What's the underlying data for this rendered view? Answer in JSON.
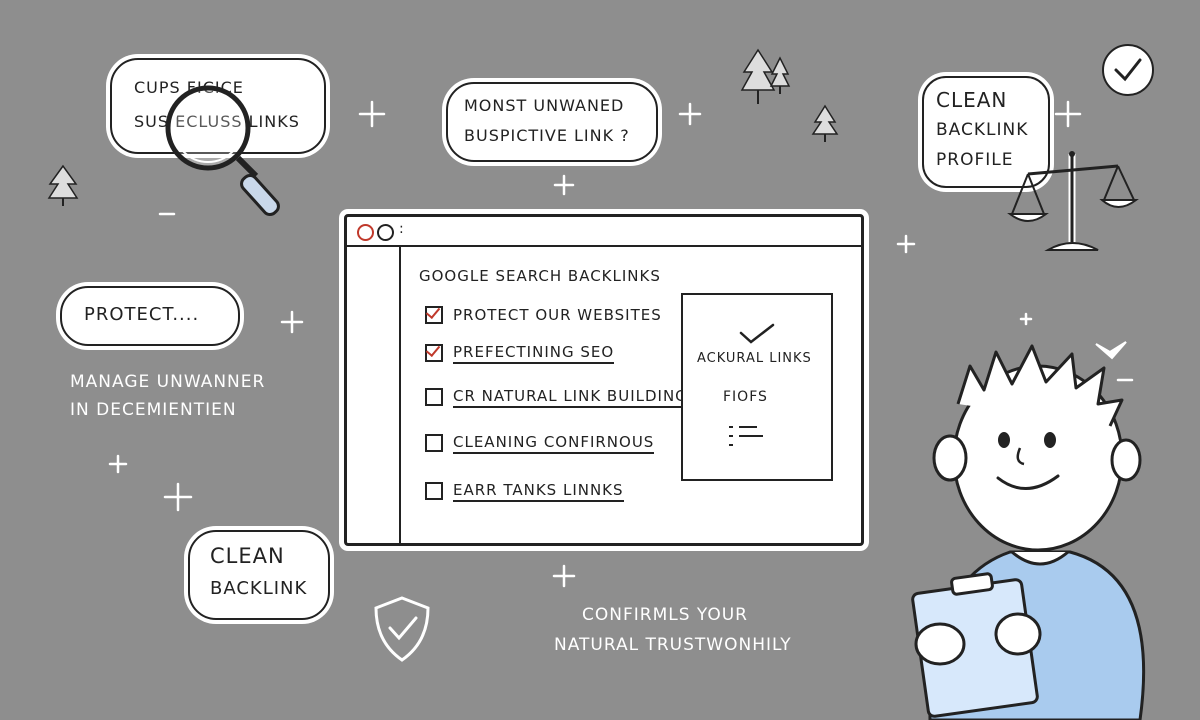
{
  "bubbles": {
    "suspicious": {
      "line1": "Cups ficice",
      "line2": "sus ecluss links"
    },
    "unwanted": {
      "line1": "Monst unwaned",
      "line2": "buspictive link ?"
    },
    "profile": {
      "line1": "Clean",
      "line2": "Backlink",
      "line3": "profile"
    },
    "protect": {
      "text": "Protect...."
    },
    "clean": {
      "line1": "Clean",
      "line2": "Backlink"
    }
  },
  "notes": {
    "manage": {
      "line1": "Manage unwanner",
      "line2": "in decemientien"
    },
    "confirms": {
      "line1": "Confirmls your",
      "line2": "natural trustwonhily"
    }
  },
  "browser": {
    "heading": "Google search backlinks",
    "items": [
      {
        "label": "Protect our websites",
        "checked": true,
        "underlined": false
      },
      {
        "label": "Prefectining SEO",
        "checked": true,
        "underlined": true
      },
      {
        "label": "cr natural link building",
        "checked": false,
        "underlined": true
      },
      {
        "label": "Cleaning confirnous",
        "checked": false,
        "underlined": true
      },
      {
        "label": "Earr tanks linnks",
        "checked": false,
        "underlined": true
      }
    ],
    "panel": {
      "line1": "Ackural links",
      "line2": "Fiofs"
    }
  },
  "colors": {
    "background": "#8e8e8e",
    "check_red": "#c0392b",
    "shirt": "#a9cbee",
    "clipboard": "#d7e8fb"
  },
  "icons": [
    "magnifier-icon",
    "pine-tree-icon",
    "checkmark-icon",
    "scale-icon",
    "shield-check-icon",
    "clipboard-icon",
    "person-illustration"
  ]
}
